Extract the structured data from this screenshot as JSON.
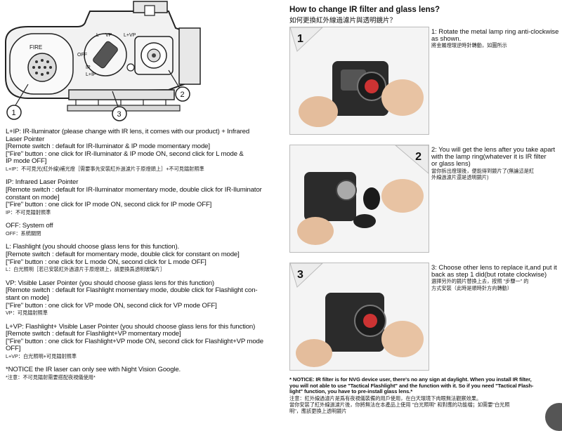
{
  "diagram": {
    "fire_label": "FIRE",
    "switch_labels": [
      "L",
      "VP",
      "L+VP",
      "OFF",
      "IP",
      "L+IP"
    ],
    "callouts": [
      "1",
      "2",
      "3"
    ]
  },
  "modes": [
    {
      "en_lines": [
        "L+IP: IR-Iluminator (please change with IR lens, it comes with our product) + Infrared",
        "Laser Pointer",
        "[Remote switch : default for IR-Iluminator & IP mode momentary mode]",
        "[\"Fire\" button : one click for IR-Iluminator & IP mode ON, second click for L mode &",
        "IP mode OFF]"
      ],
      "zh": "L+IP：不可見光(紅外線)補光燈［需要事先安裝紅外過濾片于原燈頭上］+不可見鐳射照準"
    },
    {
      "en_lines": [
        "IP: Infrared Laser Pointer",
        "[Remote switch : default for IR-Iluminator momentary mode, double click for IR-Iluminator",
        "constant on mode]",
        "[\"Fire\" button : one click for IP mode ON, second click for IP mode OFF]"
      ],
      "zh": "IP：不可見鐳射照準"
    },
    {
      "en_lines": [
        "OFF: System off"
      ],
      "zh": "OFF：系統關閉"
    },
    {
      "en_lines": [
        "L: Flashlight (you should choose glass lens for this function).",
        "[Remote switch : default for momentary mode, double click for constant on mode]",
        "[\"Fire\" button : one click for L mode ON, second click for L mode OFF]"
      ],
      "zh": "L：白光照明［若已安裝紅外過濾片于原燈頭上，請更換爲透明玻璃片］"
    },
    {
      "en_lines": [
        "VP: Visible Laser Pointer (you should choose glass lens for this function)",
        "[Remote switch : default for Flashlight momentary mode, double click for Flashlight con-",
        "stant on mode]",
        "[\"Fire\" button : one click for VP mode ON, second click for VP mode OFF]"
      ],
      "zh": "VP：可見鐳射照準"
    },
    {
      "en_lines": [
        "L+VP: Flashlight+ Visible Laser Pointer (you should choose glass lens for this function)",
        "[Remote switch : default for Flashlight+VP momentary mode]",
        "[\"Fire\" button : one click for Flashlight+VP mode ON, second click for Flashlight+VP mode",
        "OFF]"
      ],
      "zh": "L+VP：白光照明+可見鐳射照準"
    },
    {
      "en_lines": [
        "*NOTICE the IR laser can only see with Night Vision Google."
      ],
      "zh": "*注意：不可見鐳射需要搭配夜視儀使用*"
    }
  ],
  "right": {
    "title_en": "How to change IR filter and glass lens?",
    "title_zh": "如何更換紅外線過濾片與透明鏡片？",
    "steps": [
      {
        "number": "1",
        "en_lines": [
          "1: Rotate the metal lamp ring anti-clockwise",
          "as shown."
        ],
        "zh_lines": [
          "將金屬燈環逆時針轉動，如圖所示"
        ]
      },
      {
        "number": "2",
        "en_lines": [
          "2: You will get the lens after you take apart",
          "with the lamp ring(whatever it is IR filter",
          "or glass lens)"
        ],
        "zh_lines": [
          "當你拆出燈環後，便能得到鏡片了(無論這是紅",
          "外線過濾片還是透明鏡片)"
        ]
      },
      {
        "number": "3",
        "en_lines": [
          "3: Choose other lens to replace it,and put it",
          "back as step 1 did(but rotate clockwise)"
        ],
        "zh_lines": [
          "選擇另外的鏡片替換上去，按照 \"步驟一\" 的",
          "方式安裝（此時是順時針方向轉動）"
        ]
      }
    ],
    "notice_en_lines": [
      "* NOTICE: IR filter is for NVG device user, there's no any sign at daylight. When you install IR filter,",
      "you will not able to use \"Tactical Flashlight\" and the function with it. So if you need \"Tactical Flash-",
      "light\" function, you have to pre-install glass lens.*"
    ],
    "notice_zh_lines": [
      "注意：紅外線過濾片是爲有夜視儀裝備的用戶使用，在白天環境下肉眼無法觀察效果。",
      "當你安裝了紅外線過濾片後，你將無法在本產品上使用 \"白光照明\" 和對應的功能檔；如需要\"白光照",
      "明\"，應該更換上透明鏡片"
    ]
  }
}
